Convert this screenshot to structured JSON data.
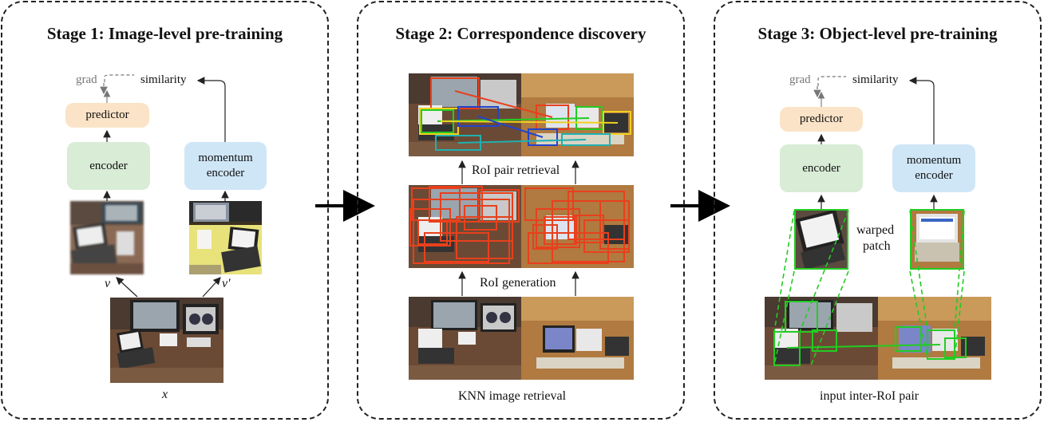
{
  "stage1": {
    "title": "Stage 1: Image-level pre-training",
    "grad": "grad",
    "similarity": "similarity",
    "predictor": "predictor",
    "encoder": "encoder",
    "momentum_line1": "momentum",
    "momentum_line2": "encoder",
    "view_v": "v",
    "view_v_prime": "v′",
    "input_x": "x"
  },
  "stage2": {
    "title": "Stage 2: Correspondence discovery",
    "roi_pair_retrieval": "RoI pair retrieval",
    "roi_generation": "RoI generation",
    "knn_image_retrieval": "KNN image retrieval"
  },
  "stage3": {
    "title": "Stage 3: Object-level pre-training",
    "grad": "grad",
    "similarity": "similarity",
    "predictor": "predictor",
    "encoder": "encoder",
    "momentum_line1": "momentum",
    "momentum_line2": "encoder",
    "warped_line1": "warped",
    "warped_line2": "patch",
    "input_pair": "input inter-RoI pair"
  },
  "colors": {
    "predictor": "#fbe3c7",
    "encoder": "#d8ecd6",
    "momentum_encoder": "#cfe6f7",
    "roi_box": "#e8401c",
    "match_green": "#22cc22"
  }
}
